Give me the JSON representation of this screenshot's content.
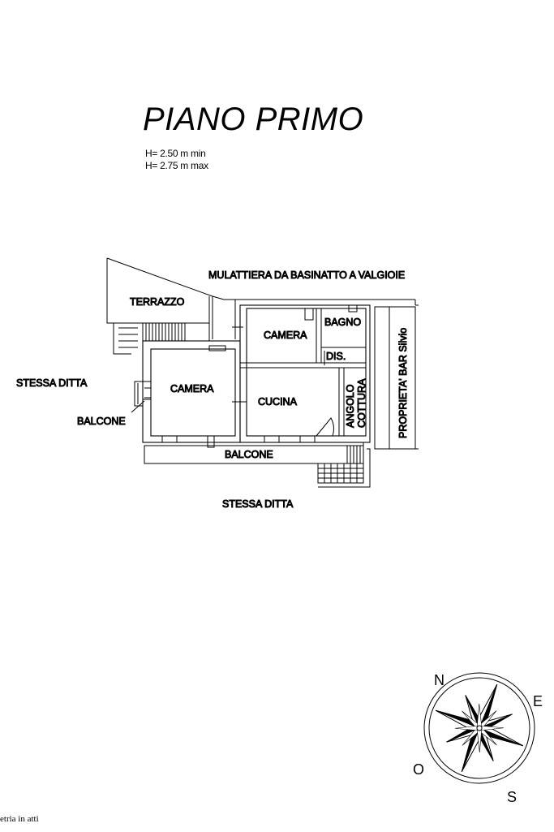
{
  "title": "PIANO PRIMO",
  "heights": {
    "min": "H= 2.50 m min",
    "max": "H= 2.75 m max"
  },
  "labels": {
    "road": "MULATTIERA DA BASINATTO A VALGIOIE",
    "terrace": "TERRAZZO",
    "bedroom_top": "CAMERA",
    "bathroom": "BAGNO",
    "corridor": "DIS.",
    "bedroom_left": "CAMERA",
    "kitchen": "CUCINA",
    "kitchenette_line1": "ANGOLO",
    "kitchenette_line2": "COTTURA",
    "neighbor_property": "PROPRIETA' BAR Silvio",
    "same_owner_west": "STESSA DITTA",
    "balcony_west": "BALCONE",
    "balcony_south": "BALCONE",
    "same_owner_south": "STESSA DITTA"
  },
  "compass": {
    "n": "N",
    "e": "E",
    "s": "S",
    "w": "O"
  },
  "footer": "etria in atti"
}
